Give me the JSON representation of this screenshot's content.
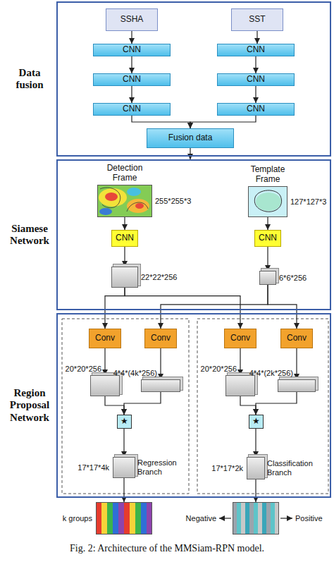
{
  "diagram": {
    "caption": "Fig. 2: Architecture of the MMSiam-RPN model.",
    "nodes": [
      {
        "text": [
          "Data fusion"
        ]
      },
      {
        "text": [
          "SSHA"
        ],
        "in": 0
      },
      {
        "text": [
          "SST"
        ],
        "in": 0
      },
      {
        "text": [
          "CNN"
        ],
        "in": 0
      },
      {
        "text": [
          "CNN"
        ],
        "in": 0
      },
      {
        "text": [
          "CNN"
        ],
        "in": 0
      },
      {
        "text": [
          "CNN"
        ],
        "in": 0
      },
      {
        "text": [
          "CNN"
        ],
        "in": 0
      },
      {
        "text": [
          "CNN"
        ],
        "in": 0
      },
      {
        "text": [
          "Fusion data"
        ],
        "in": 0
      },
      {
        "text": [
          "Siamese Network"
        ]
      },
      {
        "text": [
          "Detection Frame",
          "255*255*3"
        ],
        "in": 10
      },
      {
        "text": [
          "Template Frame",
          "127*127*3"
        ],
        "in": 10
      },
      {
        "text": [
          "CNN"
        ],
        "in": 10
      },
      {
        "text": [
          "CNN"
        ],
        "in": 10
      },
      {
        "text": [
          "22*22*256"
        ],
        "in": 10
      },
      {
        "text": [
          "6*6*256"
        ],
        "in": 10
      },
      {
        "text": [
          "Region Proposal Network"
        ]
      },
      {
        "text": [
          "Conv"
        ],
        "in": 17
      },
      {
        "text": [
          "Conv"
        ],
        "in": 17
      },
      {
        "text": [
          "Conv"
        ],
        "in": 17
      },
      {
        "text": [
          "Conv"
        ],
        "in": 17
      },
      {
        "text": [
          "20*20*256"
        ],
        "in": 17
      },
      {
        "text": [
          "4*4*(4k*256)"
        ],
        "in": 17
      },
      {
        "text": [
          "20*20*256"
        ],
        "in": 17
      },
      {
        "text": [
          "4*4*(2k*256)"
        ],
        "in": 17
      },
      {
        "text": [
          "★"
        ],
        "in": 17
      },
      {
        "text": [
          "★"
        ],
        "in": 17
      },
      {
        "text": [
          "17*17*4k",
          "Regression Branch"
        ],
        "in": 17
      },
      {
        "text": [
          "17*17*2k",
          "Classification Branch"
        ],
        "in": 17
      },
      {
        "text": [
          "k groups"
        ]
      },
      {
        "text": [
          "Negative",
          "Positive"
        ]
      }
    ],
    "edges": [
      {
        "from": 1,
        "to": 3,
        "arrow": "to"
      },
      {
        "from": 3,
        "to": 5,
        "arrow": "to"
      },
      {
        "from": 5,
        "to": 7,
        "arrow": "to"
      },
      {
        "from": 7,
        "to": 9,
        "arrow": "to"
      },
      {
        "from": 2,
        "to": 4,
        "arrow": "to"
      },
      {
        "from": 4,
        "to": 6,
        "arrow": "to"
      },
      {
        "from": 6,
        "to": 8,
        "arrow": "to"
      },
      {
        "from": 8,
        "to": 9,
        "arrow": "to"
      },
      {
        "from": 9,
        "to": 10,
        "arrow": "to"
      },
      {
        "from": 11,
        "to": 13,
        "arrow": "to"
      },
      {
        "from": 13,
        "to": 15,
        "arrow": "to"
      },
      {
        "from": 12,
        "to": 14,
        "arrow": "to"
      },
      {
        "from": 14,
        "to": 16,
        "arrow": "to"
      },
      {
        "from": 15,
        "to": 18,
        "arrow": "to"
      },
      {
        "from": 15,
        "to": 20,
        "arrow": "to"
      },
      {
        "from": 16,
        "to": 19,
        "arrow": "to"
      },
      {
        "from": 16,
        "to": 21,
        "arrow": "to"
      },
      {
        "from": 18,
        "to": 22,
        "arrow": "to"
      },
      {
        "from": 19,
        "to": 23,
        "arrow": "to"
      },
      {
        "from": 20,
        "to": 24,
        "arrow": "to"
      },
      {
        "from": 21,
        "to": 25,
        "arrow": "to"
      },
      {
        "from": 22,
        "to": 26,
        "arrow": "to"
      },
      {
        "from": 23,
        "to": 26,
        "arrow": "to"
      },
      {
        "from": 24,
        "to": 27,
        "arrow": "to"
      },
      {
        "from": 25,
        "to": 27,
        "arrow": "to"
      },
      {
        "from": 26,
        "to": 28,
        "arrow": "to"
      },
      {
        "from": 27,
        "to": 29,
        "arrow": "to"
      },
      {
        "from": 28,
        "to": 30,
        "arrow": "to"
      },
      {
        "from": 29,
        "to": 31,
        "arrow": "to"
      }
    ]
  }
}
